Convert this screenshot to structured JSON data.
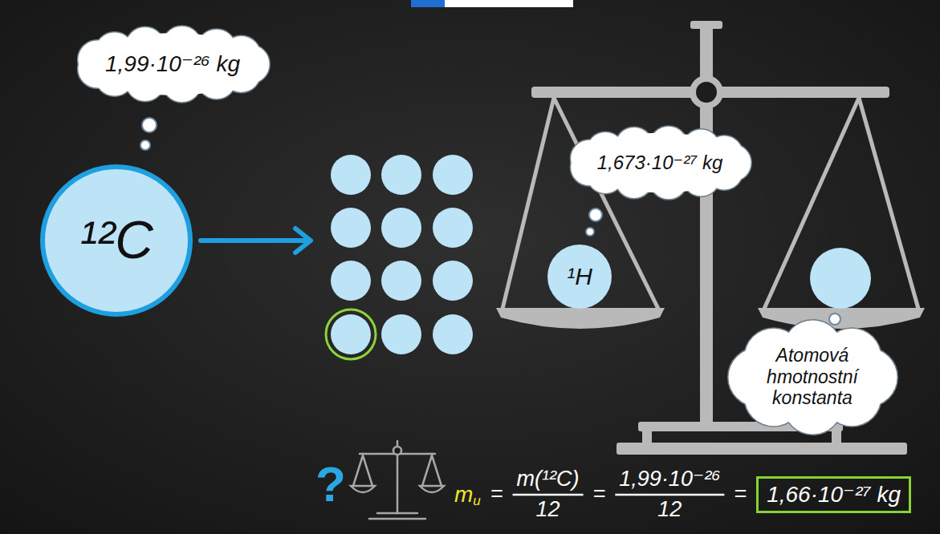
{
  "diagram": {
    "nodes": [
      {
        "text": [
          "1,99·10⁻²⁶ kg"
        ]
      },
      {
        "text": [
          "¹²C"
        ]
      },
      {
        "text": [
          "1,673·10⁻²⁷ kg"
        ]
      },
      {
        "text": [
          "¹H"
        ]
      },
      {
        "text": [
          "Atomová hmotnostní konstanta"
        ]
      },
      {
        "text": [
          "1,66·10⁻²⁷ kg"
        ]
      }
    ],
    "labels": [
      "?",
      "m",
      "u",
      "=",
      "m(¹²C)",
      "12",
      "=",
      "1,99·10⁻²⁶",
      "12",
      "="
    ]
  }
}
